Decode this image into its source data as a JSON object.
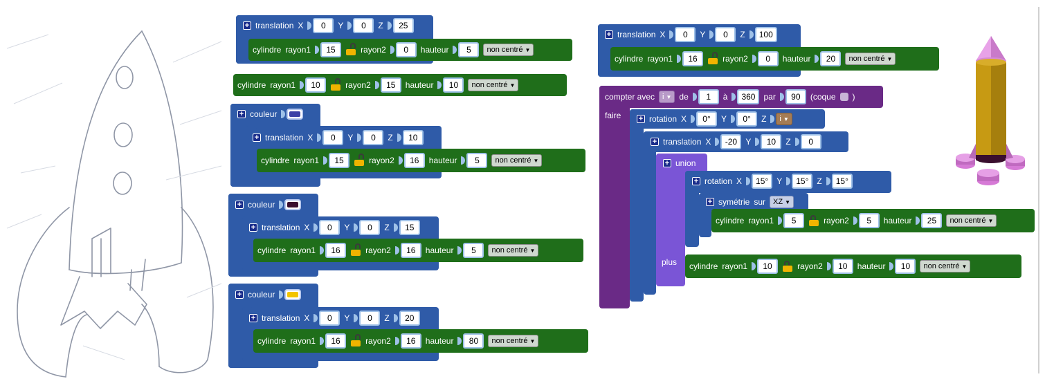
{
  "labels": {
    "translation": "translation",
    "cylinder": "cylindre",
    "r1": "rayon1",
    "r2": "rayon2",
    "height": "hauteur",
    "center": "non centré",
    "color": "couleur",
    "rotation": "rotation",
    "union": "union",
    "plus": "plus",
    "symmetry": "symétrie",
    "sur": "sur",
    "count": "compter avec",
    "de": "de",
    "a": "à",
    "par": "par",
    "coque": "(coque",
    "close": ")",
    "faire": "faire",
    "X": "X",
    "Y": "Y",
    "Z": "Z"
  },
  "left": {
    "b1": {
      "tx": "0",
      "ty": "0",
      "tz": "25",
      "r1": "15",
      "r2": "0",
      "h": "5"
    },
    "b2": {
      "r1": "10",
      "r2": "15",
      "h": "10"
    },
    "b3": {
      "color": "#3a3fa6",
      "tx": "0",
      "ty": "0",
      "tz": "10",
      "r1": "15",
      "r2": "16",
      "h": "5"
    },
    "b4": {
      "color": "#3a0e2e",
      "tx": "0",
      "ty": "0",
      "tz": "15",
      "r1": "16",
      "r2": "16",
      "h": "5"
    },
    "b5": {
      "color": "#f2c400",
      "tx": "0",
      "ty": "0",
      "tz": "20",
      "r1": "16",
      "r2": "16",
      "h": "80"
    }
  },
  "right": {
    "t1": {
      "tx": "0",
      "ty": "0",
      "tz": "100",
      "r1": "16",
      "r2": "0",
      "h": "20"
    },
    "loop": {
      "var": "i",
      "from": "1",
      "to": "360",
      "step": "90"
    },
    "rot1": {
      "x": "0°",
      "y": "0°",
      "z": "i"
    },
    "tr2": {
      "x": "-20",
      "y": "10",
      "z": "0"
    },
    "rot2": {
      "x": "15°",
      "y": "15°",
      "z": "15°"
    },
    "sym": {
      "axis": "XZ"
    },
    "cyl_a": {
      "r1": "5",
      "r2": "5",
      "h": "25"
    },
    "cyl_b": {
      "r1": "10",
      "r2": "10",
      "h": "10"
    }
  }
}
